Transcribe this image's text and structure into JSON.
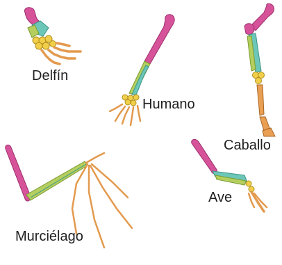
{
  "labels": {
    "delfin": "Delfín",
    "humano": "Humano",
    "caballo": "Caballo",
    "murcielago": "Murciélago",
    "ave": "Ave"
  },
  "colors": {
    "humerus": "#d6539a",
    "forearm": "#b4cf5e",
    "radius": "#6cc7b8",
    "wrist": "#f2cf4a",
    "digits": "#e9a055",
    "outline": "#8a4f1e"
  }
}
